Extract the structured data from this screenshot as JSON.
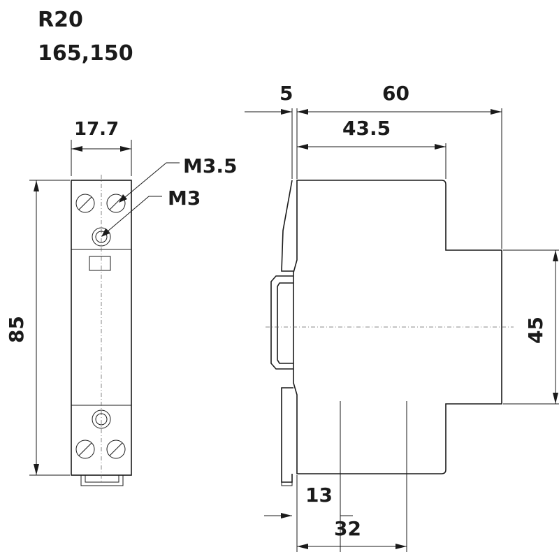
{
  "header": {
    "model": "R20",
    "variants": "165,150"
  },
  "front_view": {
    "width_label": "17.7",
    "height_label": "85",
    "screw_large_label": "M3.5",
    "screw_small_label": "M3"
  },
  "side_view": {
    "offset_label": "5",
    "depth_label": "60",
    "body_depth_label": "43.5",
    "front_height_label": "45",
    "terminal_label": "13",
    "base_label": "32"
  }
}
